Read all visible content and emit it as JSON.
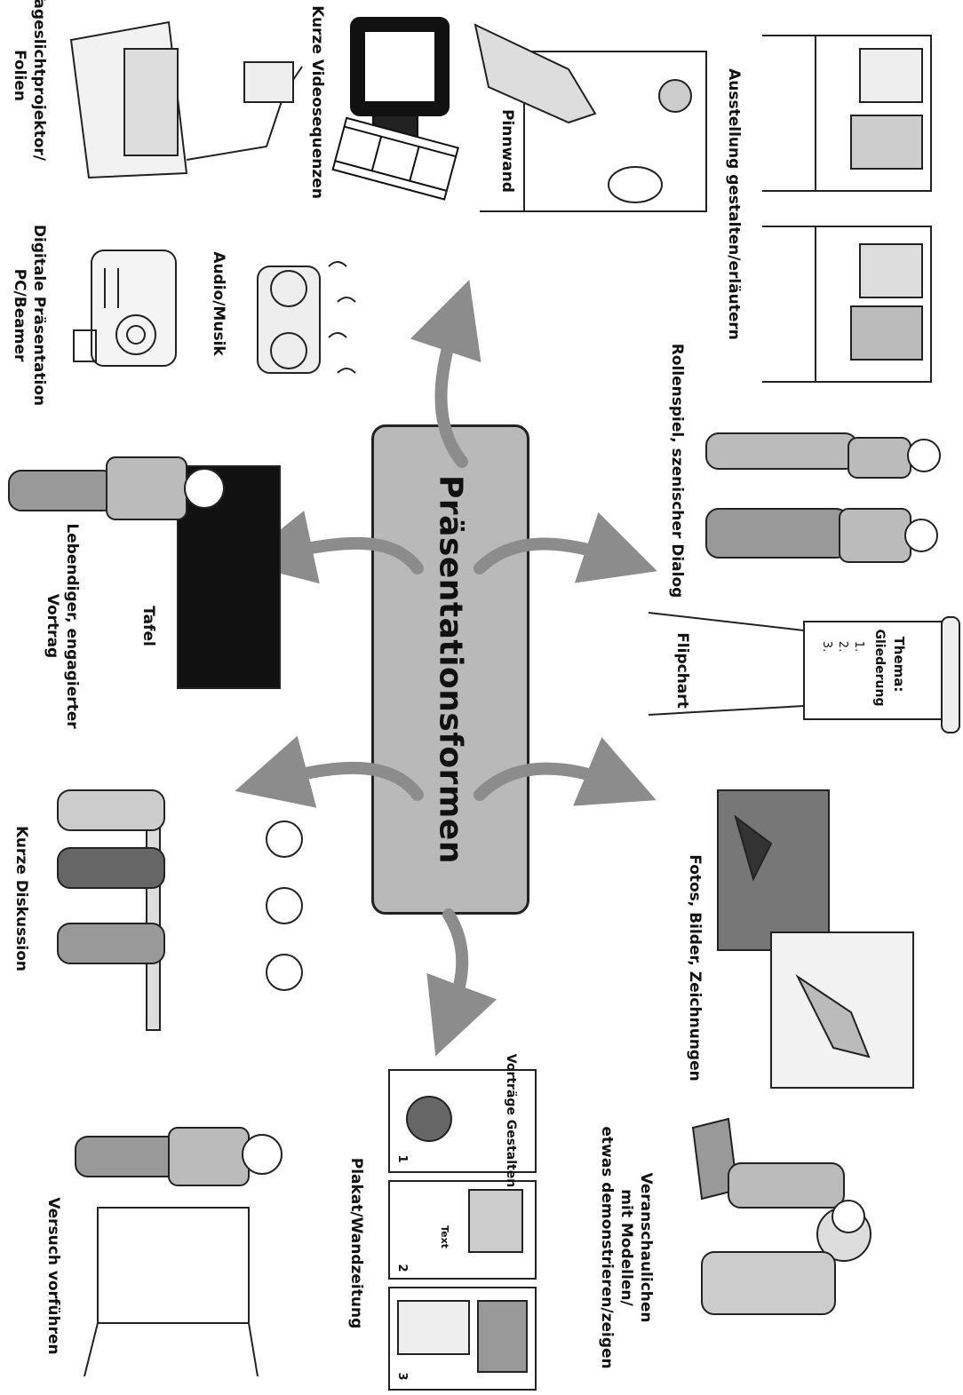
{
  "center": {
    "title": "Präsentationsformen"
  },
  "labels": {
    "ausstellung": "Ausstellung gestalten/erläutern",
    "pinnwand": "Pinnwand",
    "videos": "Kurze Videosequenzen",
    "tageslicht": "Tageslichtprojektor/\nFolien",
    "rollenspiel": "Rollenspiel, szenischer Dialog",
    "audio": "Audio/Musik",
    "digital": "Digitale Präsentation\nPC/Beamer",
    "tafel": "Tafel",
    "vortrag": "Lebendiger, engagierter\nVortrag",
    "flipchart": "Flipchart",
    "fotos": "Fotos, Bilder, Zeichnungen",
    "diskussion": "Kurze Diskussion",
    "modelle": "Veranschaulichen\nmit Modellen/\netwas demonstrieren/zeigen",
    "plakat": "Plakat/Wandzeitung",
    "versuch": "Versuch vorführen"
  },
  "flipchart_sheet": {
    "heading": "Thema:",
    "sub": "Gliederung",
    "items": [
      "1.",
      "2.",
      "3."
    ]
  },
  "poster_sheet": {
    "title": "Vorträge Gestalten",
    "note": "Text",
    "numbers": [
      "1",
      "2",
      "3"
    ]
  },
  "colors": {
    "box": "#b9b9b9",
    "arrow": "#8c8c8c",
    "ink": "#111111"
  }
}
